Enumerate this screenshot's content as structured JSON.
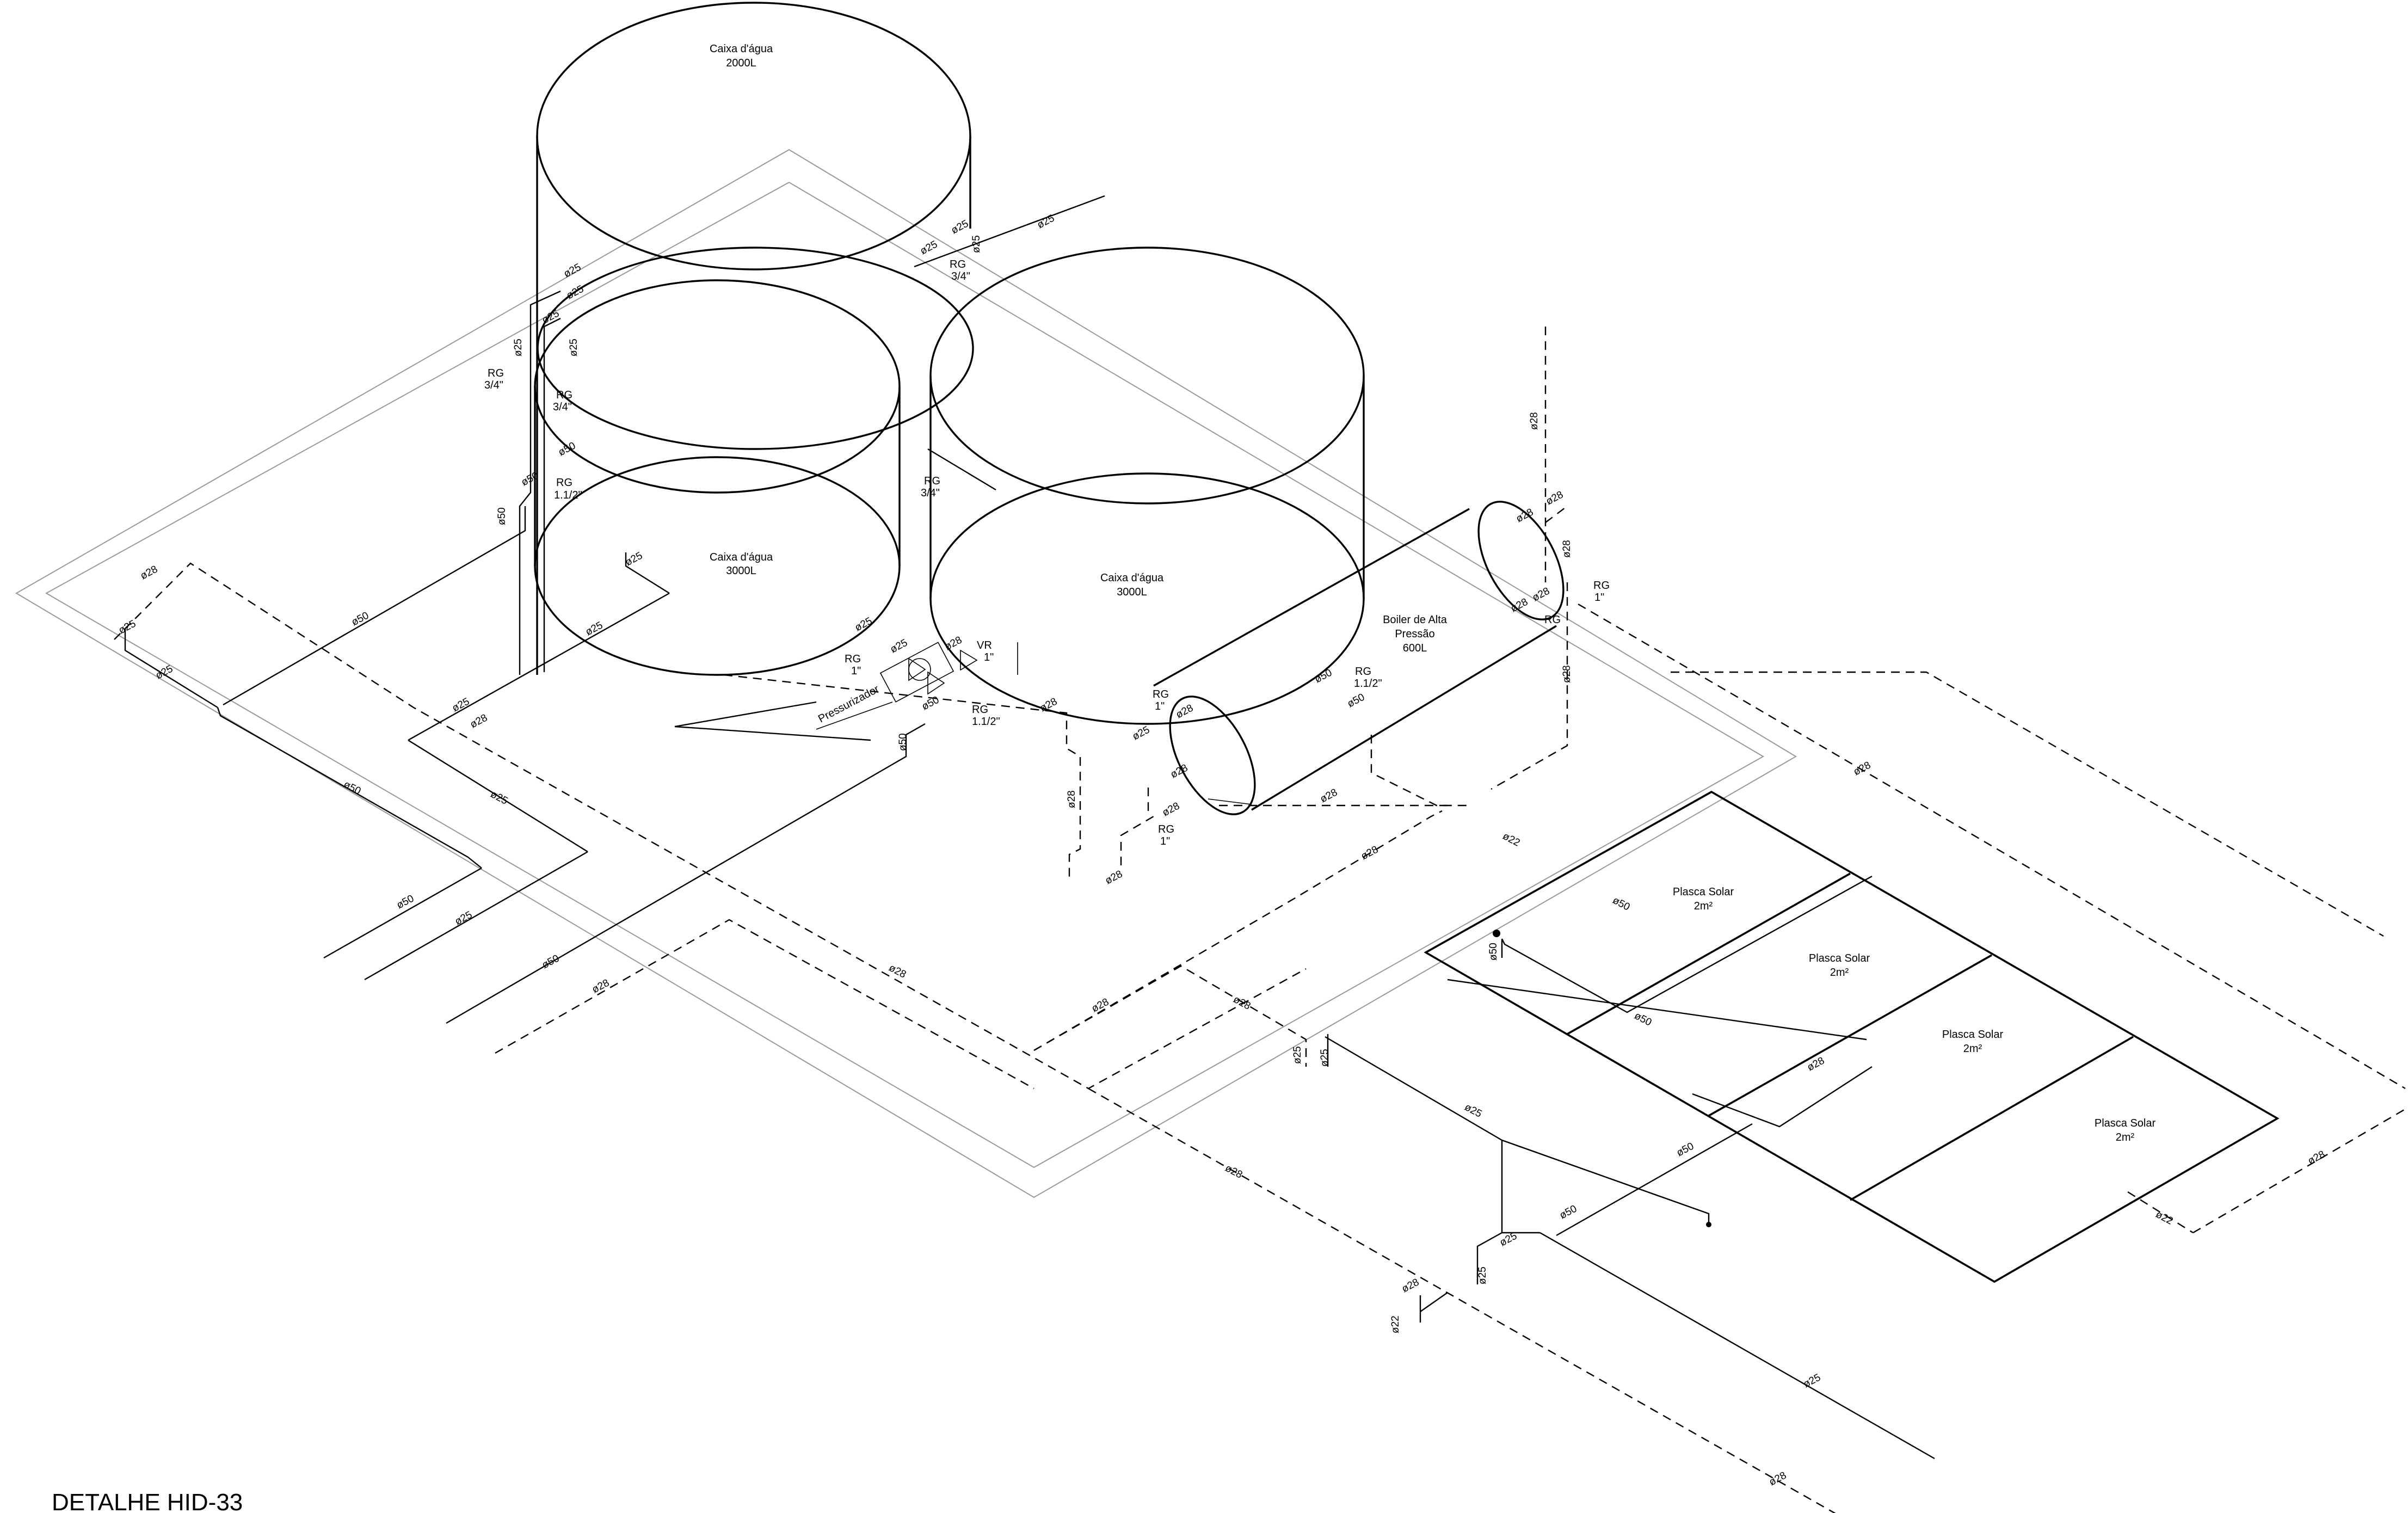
{
  "drawing_title": "DETALHE HID-33",
  "tanks": [
    {
      "name": "Caixa d'água",
      "capacity": "2000L"
    },
    {
      "name": "Caixa d'água",
      "capacity": "3000L"
    },
    {
      "name": "Caixa d'água",
      "capacity": "3000L"
    }
  ],
  "boiler": {
    "line1": "Boiler de Alta",
    "line2": "Pressão",
    "capacity": "600L"
  },
  "solar_panels": [
    {
      "name": "Plasca Solar",
      "area": "2m²"
    },
    {
      "name": "Plasca Solar",
      "area": "2m²"
    },
    {
      "name": "Plasca Solar",
      "area": "2m²"
    },
    {
      "name": "Plasca Solar",
      "area": "2m²"
    }
  ],
  "pressurizer": "Pressurizador",
  "valves": {
    "rg": "RG",
    "vr": "VR",
    "size_34": "3/4\"",
    "size_1": "1\"",
    "size_112": "1.1/2\""
  },
  "pipe_sizes": {
    "d22": "ø22",
    "d25": "ø25",
    "d28": "ø28",
    "d50": "ø50"
  }
}
